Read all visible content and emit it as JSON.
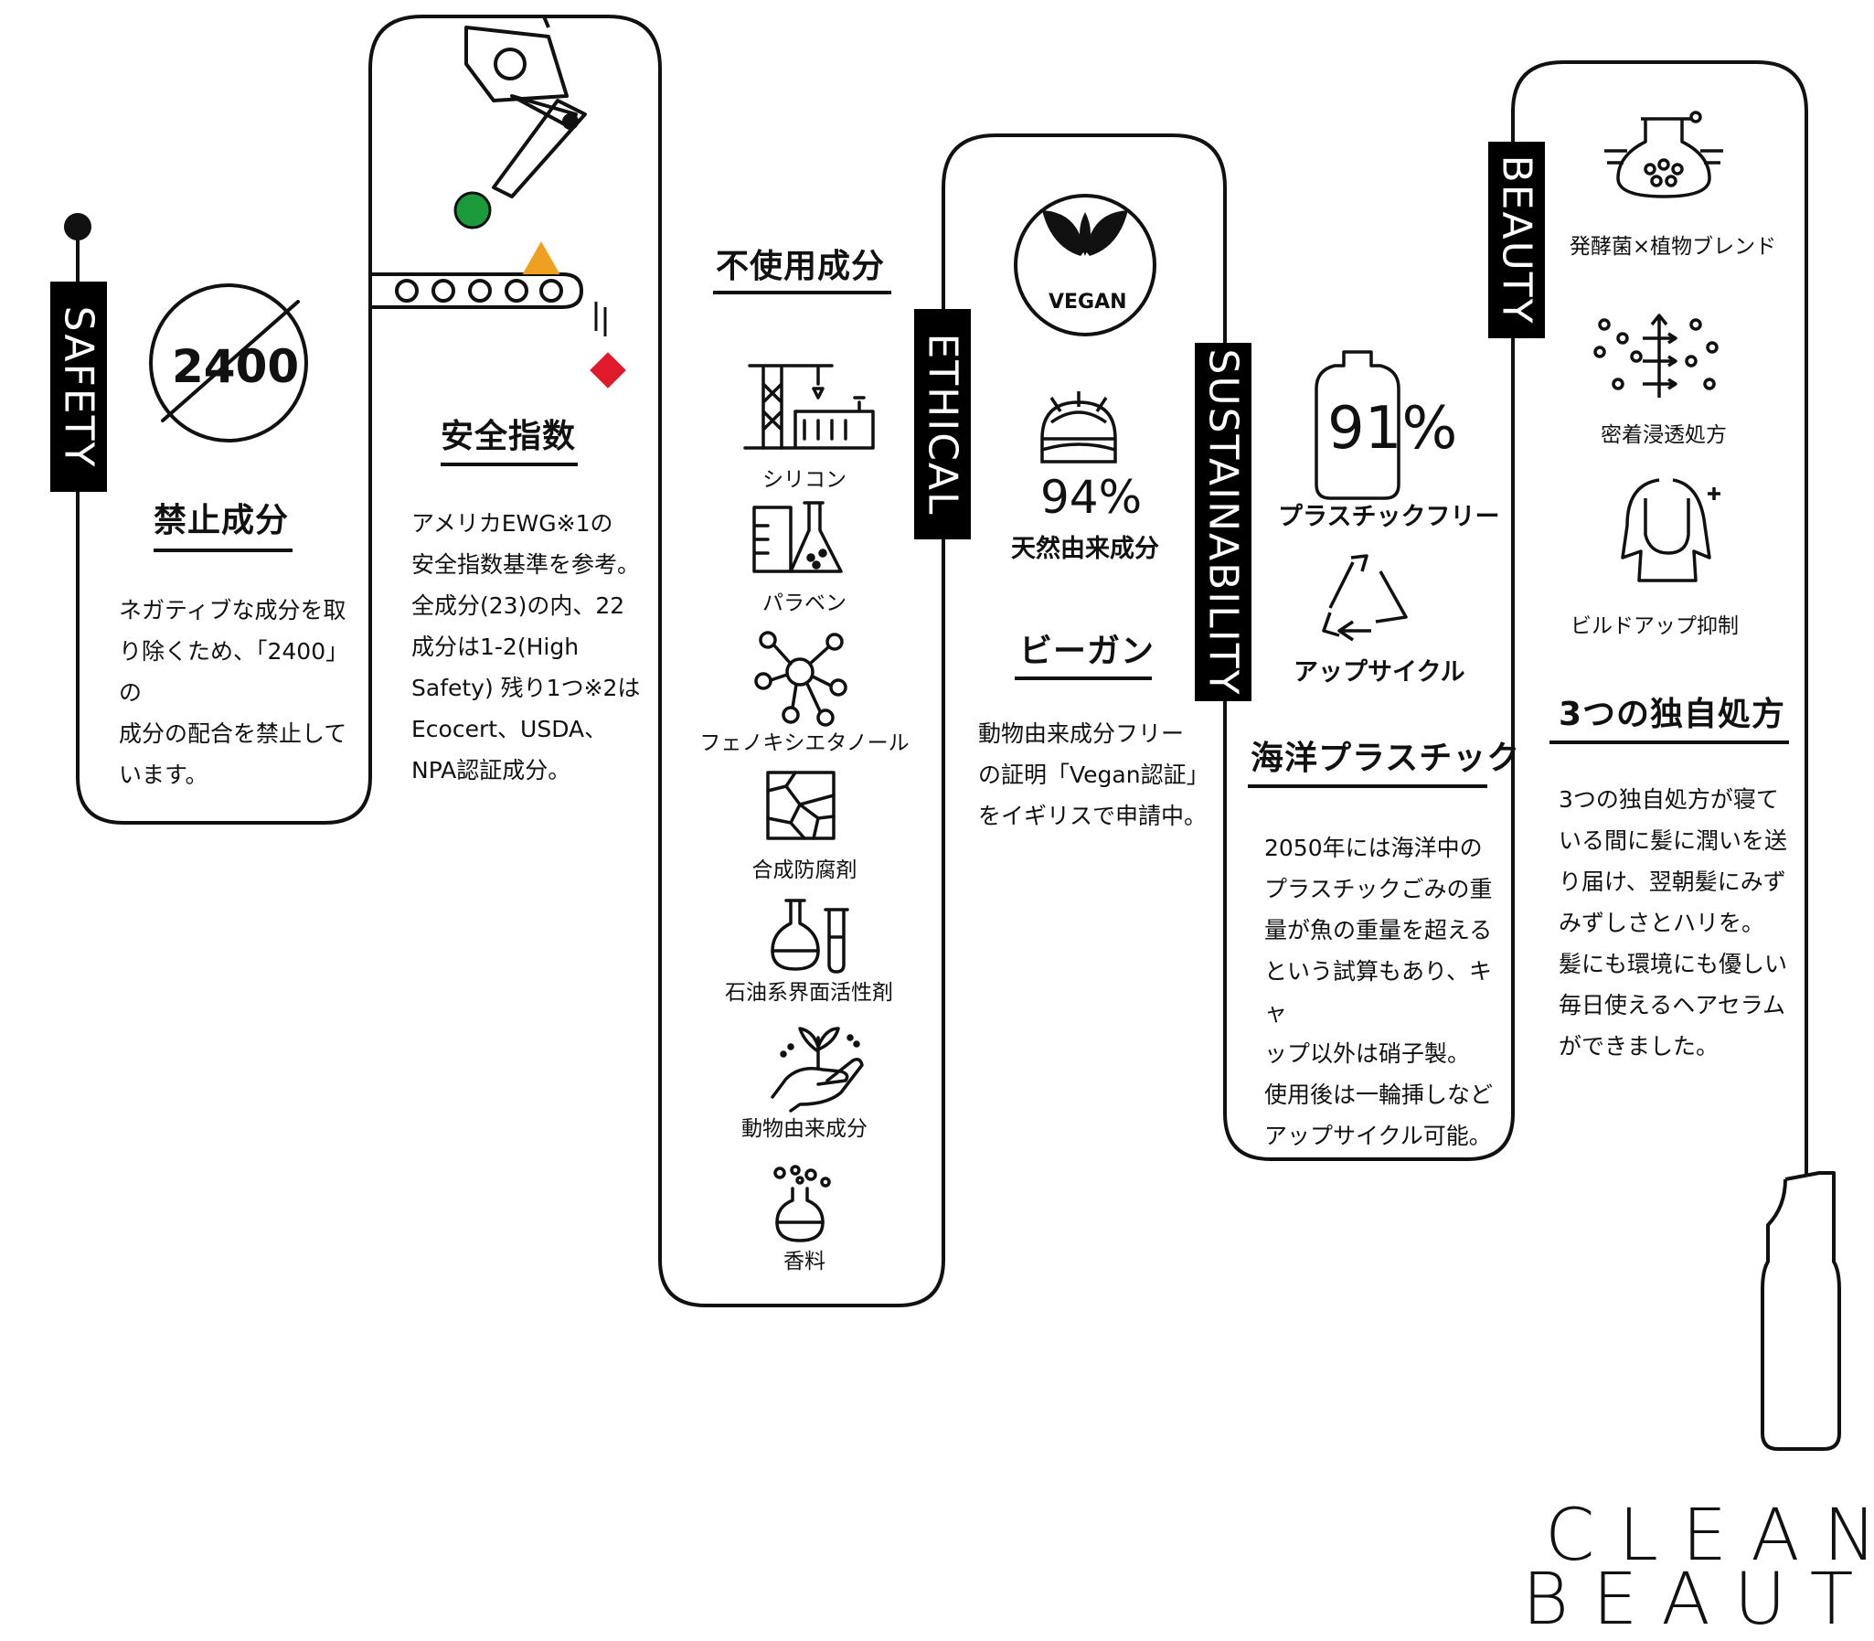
{
  "sections": {
    "safety": {
      "tag": "SAFETY",
      "badge_number": "2400",
      "heading": "禁止成分",
      "body": [
        "ネガティブな成分を取",
        "り除くため、「2400」の",
        "成分の配合を禁止して",
        "います。"
      ]
    },
    "safety_index": {
      "heading": "安全指数",
      "body": [
        "アメリカEWG※1の",
        "安全指数基準を参考。",
        "全成分(23)の内、22",
        "成分は1-2(High",
        "Safety) 残り1つ※2は",
        "Ecocert、USDA、",
        "NPA認証成分。"
      ]
    },
    "ethical": {
      "tag": "ETHICAL",
      "heading": "不使用成分",
      "items": [
        {
          "label": "シリコン",
          "icon": "factory-icon"
        },
        {
          "label": "パラベン",
          "icon": "lab-beaker-icon"
        },
        {
          "label": "フェノキシエタノール",
          "icon": "molecule-icon"
        },
        {
          "label": "合成防腐剤",
          "icon": "cracked-tiles-icon"
        },
        {
          "label": "石油系界面活性剤",
          "icon": "flask-tube-icon"
        },
        {
          "label": "動物由来成分",
          "icon": "hand-plant-icon"
        },
        {
          "label": "香料",
          "icon": "flask-bubbles-icon"
        }
      ]
    },
    "vegan": {
      "badge": "VEGAN",
      "percent": "94%",
      "percent_label": "天然由来成分",
      "heading": "ビーガン",
      "body": [
        "動物由来成分フリー",
        "の証明「Vegan認証」",
        "をイギリスで申請中。"
      ]
    },
    "sustainability": {
      "tag": "SUSTAINABILITY",
      "percent": "91%",
      "percent_label": "プラスチックフリー",
      "upcycle_label": "アップサイクル",
      "heading": "海洋プラスチック",
      "body": [
        "2050年には海洋中の",
        "プラスチックごみの重",
        "量が魚の重量を超える",
        "という試算もあり、キャ",
        "ップ以外は硝子製。",
        "使用後は一輪挿しなど",
        "アップサイクル可能。"
      ]
    },
    "beauty": {
      "tag": "BEAUTY",
      "items": [
        {
          "label": "発酵菌×植物ブレンド",
          "icon": "fermentation-flask-icon"
        },
        {
          "label": "密着浸透処方",
          "icon": "penetration-arrows-icon"
        },
        {
          "label": "ビルドアップ抑制",
          "icon": "hair-person-icon"
        }
      ],
      "heading": "3つの独自処方",
      "body": [
        "3つの独自処方が寝て",
        "いる間に髪に潤いを送",
        "り届け、翌朝髪にみず",
        "みずしさとハリを。",
        "髪にも環境にも優しい",
        "毎日使えるヘアセラム",
        "ができました。"
      ]
    }
  },
  "logo": {
    "line1": "CLEAN",
    "line2": "BEAUTY"
  },
  "colors": {
    "ink": "#111111",
    "green": "#1a9a3a",
    "orange": "#f0a020",
    "red": "#e0192b"
  }
}
